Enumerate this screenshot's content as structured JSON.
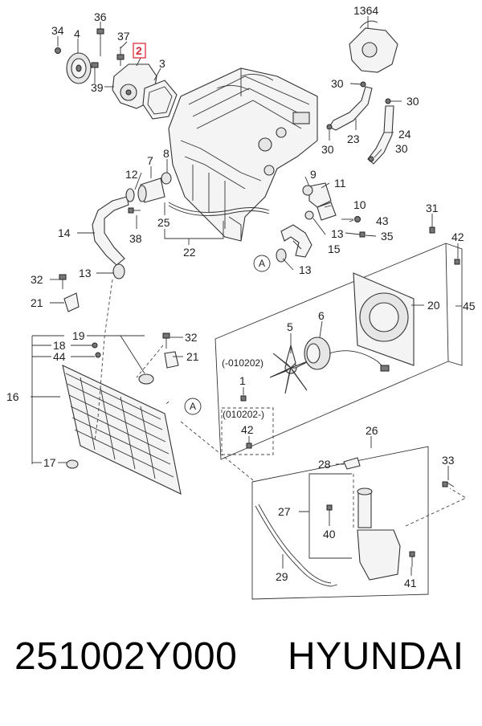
{
  "diagram": {
    "callouts": {
      "c1364": "1364",
      "c36": "36",
      "c34": "34",
      "c4": "4",
      "c37": "37",
      "c2": "2",
      "c3": "3",
      "c39": "39",
      "c30a": "30",
      "c30b": "30",
      "c30c": "30",
      "c30d": "30",
      "c23": "23",
      "c24": "24",
      "c8": "8",
      "c7": "7",
      "c12": "12",
      "c9": "9",
      "c11": "11",
      "c10": "10",
      "c43": "43",
      "c13a": "13",
      "c35": "35",
      "c25": "25",
      "c14": "14",
      "c38": "38",
      "c22": "22",
      "c15": "15",
      "c13b": "13",
      "cA1": "A",
      "c31": "31",
      "c42a": "42",
      "c13c": "13",
      "c32a": "32",
      "c21a": "21",
      "c20": "20",
      "c45": "45",
      "c19": "19",
      "c18": "18",
      "c44": "44",
      "c32b": "32",
      "c21b": "21",
      "c5": "5",
      "c6": "6",
      "c16": "16",
      "cA2": "A",
      "c17": "17",
      "c1": "1",
      "c42b": "42",
      "c26": "26",
      "c33": "33",
      "c28": "28",
      "c27": "27",
      "c40": "40",
      "c29": "29",
      "c41": "41"
    },
    "notes": {
      "before": "(-010202)",
      "after": "(010202-)"
    },
    "highlight_color": "#e03c4a"
  },
  "footer": {
    "part_number": "251002Y000",
    "brand": "HYUNDAI"
  }
}
